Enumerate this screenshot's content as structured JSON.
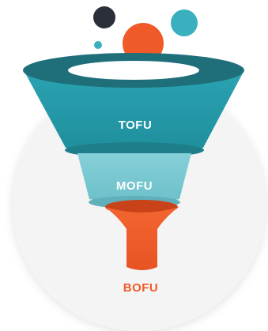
{
  "stages": {
    "top": {
      "label": "TOFU",
      "color": "#2a9fae",
      "label_color": "#ffffff"
    },
    "middle": {
      "label": "MOFU",
      "color": "#7ccbd4",
      "label_color": "#ffffff"
    },
    "bottom": {
      "label": "BOFU",
      "color": "#f05a28",
      "label_color": "#f05a28"
    }
  },
  "colors": {
    "backdrop_circle": "#f4f4f4",
    "rim_dark": "#1f6f7a",
    "rim_inner": "#ffffff",
    "bubble_dark": "#2b2f38",
    "bubble_teal": "#3ab0bf",
    "bubble_orange": "#f05a28"
  }
}
